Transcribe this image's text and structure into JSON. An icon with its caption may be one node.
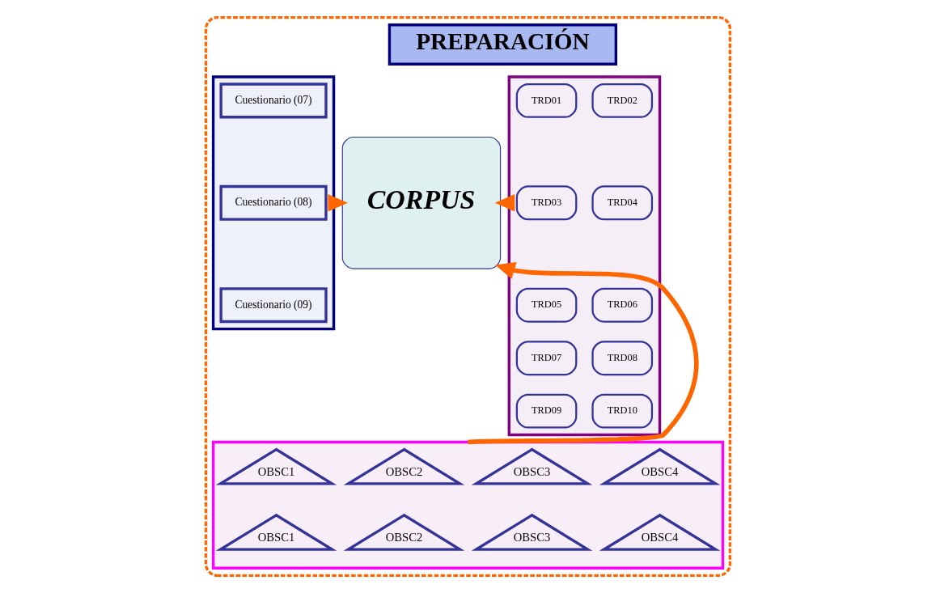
{
  "diagram": {
    "nodes": [
      {
        "text": [],
        "shape": "ellipse"
      },
      {
        "text": [
          "PREPARACIÓN"
        ],
        "in": 0
      },
      {
        "text": [],
        "shape": "box",
        "in": 0
      },
      {
        "text": [
          "Cuestionario (07)"
        ],
        "in": 2
      },
      {
        "text": [
          "Cuestionario (08)"
        ],
        "in": 2
      },
      {
        "text": [
          "Cuestionario (09)"
        ],
        "in": 2
      },
      {
        "text": [
          "CORPUS"
        ],
        "in": 0
      },
      {
        "text": [],
        "shape": "box",
        "in": 0
      },
      {
        "text": [
          "TRD01"
        ],
        "in": 7
      },
      {
        "text": [
          "TRD02"
        ],
        "in": 7
      },
      {
        "text": [
          "TRD03"
        ],
        "in": 7
      },
      {
        "text": [
          "TRD04"
        ],
        "in": 7
      },
      {
        "text": [
          "TRD05"
        ],
        "in": 7
      },
      {
        "text": [
          "TRD06"
        ],
        "in": 7
      },
      {
        "text": [
          "TRD07"
        ],
        "in": 7
      },
      {
        "text": [
          "TRD08"
        ],
        "in": 7
      },
      {
        "text": [
          "TRD09"
        ],
        "in": 7
      },
      {
        "text": [
          "TRD10"
        ],
        "in": 7
      },
      {
        "text": [],
        "shape": "box",
        "in": 0
      },
      {
        "text": [
          "OBSC1"
        ],
        "in": 18
      },
      {
        "text": [
          "OBSC2"
        ],
        "in": 18
      },
      {
        "text": [
          "OBSC3"
        ],
        "in": 18
      },
      {
        "text": [
          "OBSC4"
        ],
        "in": 18
      },
      {
        "text": [
          "OBSC1"
        ],
        "in": 18
      },
      {
        "text": [
          "OBSC2"
        ],
        "in": 18
      },
      {
        "text": [
          "OBSC3"
        ],
        "in": 18
      },
      {
        "text": [
          "OBSC4"
        ],
        "in": 18
      }
    ],
    "edges": [
      {
        "from": 2,
        "to": 6,
        "arrow": "to"
      },
      {
        "from": 7,
        "to": 6,
        "arrow": "to"
      },
      {
        "from": 18,
        "to": 6,
        "arrow": "to"
      }
    ]
  }
}
